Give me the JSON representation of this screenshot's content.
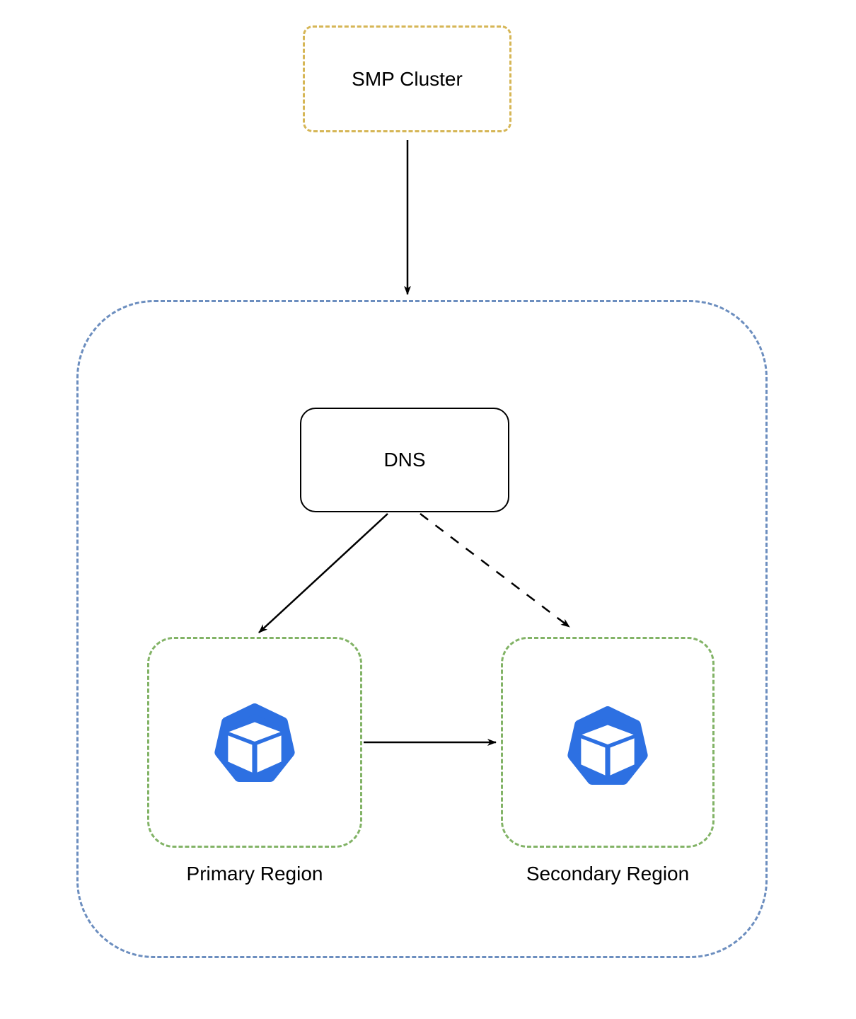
{
  "diagram": {
    "title": "SMP cluster multi-region DNS routing diagram",
    "nodes": {
      "smp_cluster": {
        "label": "SMP Cluster",
        "border_color": "#D6B656",
        "border_style": "dashed"
      },
      "dns_container": {
        "label": "",
        "border_color": "#6C8EBF",
        "border_style": "dashed"
      },
      "dns": {
        "label": "DNS",
        "border_color": "#000000",
        "border_style": "solid"
      },
      "primary_region": {
        "label": "Primary Region",
        "border_color": "#82B366",
        "border_style": "dashed",
        "icon": "cluster-cube-icon"
      },
      "secondary_region": {
        "label": "Secondary Region",
        "border_color": "#82B366",
        "border_style": "dashed",
        "icon": "cluster-cube-icon"
      }
    },
    "edges": [
      {
        "from": "smp_cluster",
        "to": "dns_container",
        "style": "solid",
        "direction": "down"
      },
      {
        "from": "dns",
        "to": "primary_region",
        "style": "solid",
        "direction": "down-left"
      },
      {
        "from": "dns",
        "to": "secondary_region",
        "style": "dashed",
        "direction": "down-right"
      },
      {
        "from": "primary_region",
        "to": "secondary_region",
        "style": "solid",
        "direction": "right"
      }
    ],
    "colors": {
      "background": "#FFFFFF",
      "smp_border": "#D6B656",
      "container_border": "#6C8EBF",
      "region_border": "#82B366",
      "icon_blue": "#2D70E2",
      "arrow": "#000000",
      "text": "#000000"
    }
  }
}
